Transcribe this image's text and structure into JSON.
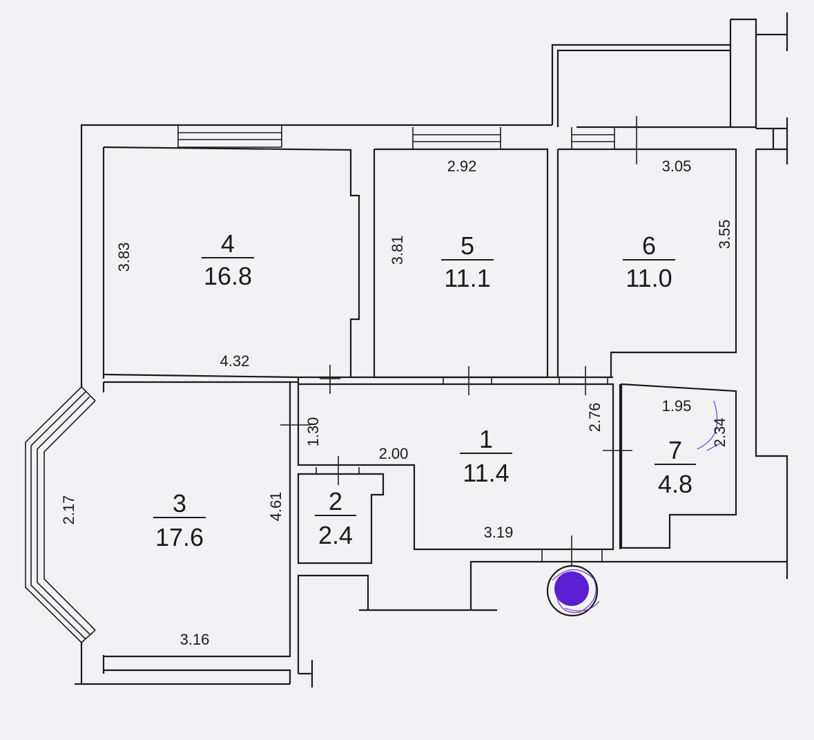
{
  "rooms": [
    {
      "id": "1",
      "area": "11.4"
    },
    {
      "id": "2",
      "area": "2.4"
    },
    {
      "id": "3",
      "area": "17.6"
    },
    {
      "id": "4",
      "area": "16.8"
    },
    {
      "id": "5",
      "area": "11.1"
    },
    {
      "id": "6",
      "area": "11.0"
    },
    {
      "id": "7",
      "area": "4.8"
    }
  ],
  "dimensions": {
    "r4_left": "3.83",
    "r4_bottom": "4.32",
    "r5_top": "2.92",
    "r5_left": "3.81",
    "r6_top": "3.05",
    "r6_right": "3.55",
    "r1_left": "1.30",
    "r1_top_left": "2.00",
    "r1_right": "2.76",
    "r1_bottom": "3.19",
    "r3_bay": "2.17",
    "r3_right": "4.61",
    "r3_bottom": "3.16",
    "r7_top": "1.95",
    "r7_right": "2.34"
  },
  "colors": {
    "wall": "#1a1a1a",
    "paper": "#f2f2f4",
    "scribble": "#5a1fd0"
  }
}
